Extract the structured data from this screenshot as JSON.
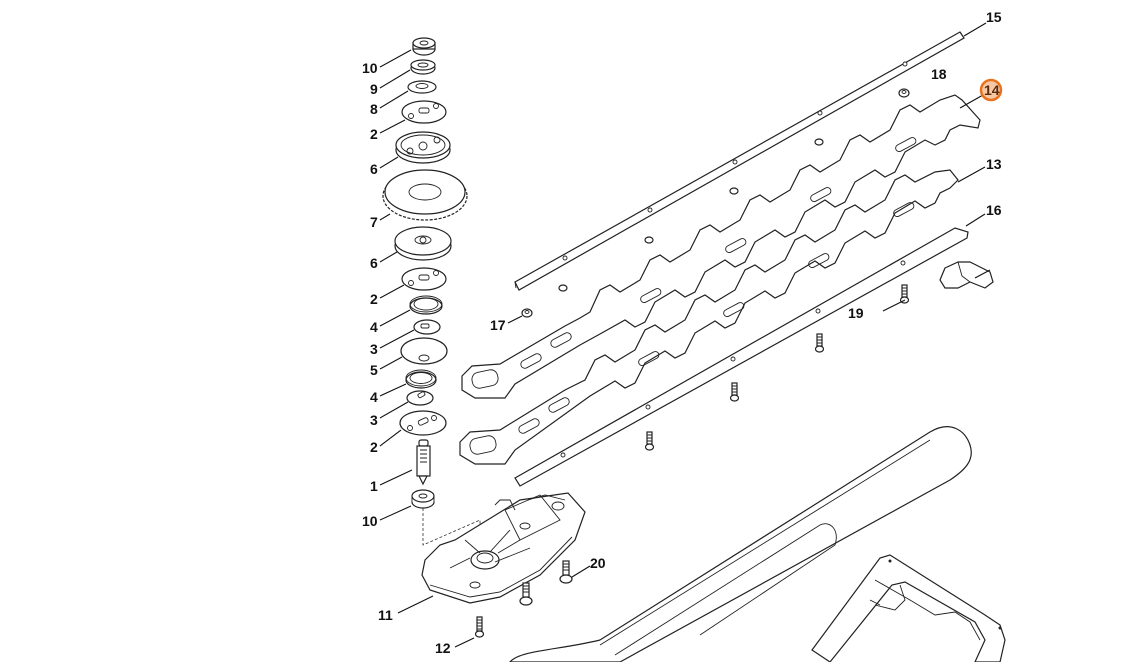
{
  "diagram": {
    "title": "Hedge trimmer cutting attachment – exploded parts view",
    "highlight_color": "#e8731e",
    "highlighted_part": "14",
    "callouts": [
      {
        "id": "c10a",
        "number": "10"
      },
      {
        "id": "c9",
        "number": "9"
      },
      {
        "id": "c8",
        "number": "8"
      },
      {
        "id": "c2a",
        "number": "2"
      },
      {
        "id": "c6a",
        "number": "6"
      },
      {
        "id": "c7",
        "number": "7"
      },
      {
        "id": "c6b",
        "number": "6"
      },
      {
        "id": "c2b",
        "number": "2"
      },
      {
        "id": "c4a",
        "number": "4"
      },
      {
        "id": "c3a",
        "number": "3"
      },
      {
        "id": "c5",
        "number": "5"
      },
      {
        "id": "c4b",
        "number": "4"
      },
      {
        "id": "c3b",
        "number": "3"
      },
      {
        "id": "c2c",
        "number": "2"
      },
      {
        "id": "c1",
        "number": "1"
      },
      {
        "id": "c10b",
        "number": "10"
      },
      {
        "id": "c11",
        "number": "11"
      },
      {
        "id": "c12",
        "number": "12"
      },
      {
        "id": "c20",
        "number": "20"
      },
      {
        "id": "c17",
        "number": "17"
      },
      {
        "id": "c19",
        "number": "19"
      },
      {
        "id": "c15",
        "number": "15"
      },
      {
        "id": "c18",
        "number": "18"
      },
      {
        "id": "c14",
        "number": "14"
      },
      {
        "id": "c13",
        "number": "13"
      },
      {
        "id": "c16",
        "number": "16"
      }
    ]
  }
}
